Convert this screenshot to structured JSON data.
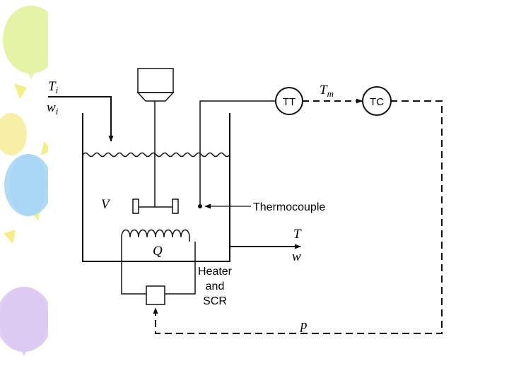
{
  "labels": {
    "inlet_temp": "T",
    "inlet_temp_sub": "i",
    "inlet_flow": "w",
    "inlet_flow_sub": "i",
    "transmitter": "TT",
    "measured_temp": "T",
    "measured_temp_sub": "m",
    "controller": "TC",
    "volume": "V",
    "thermocouple": "Thermocouple",
    "outlet_temp": "T",
    "outlet_flow": "w",
    "heat": "Q",
    "heater_line1": "Heater",
    "heater_line2": "and",
    "heater_line3": "SCR",
    "pressure_signal": "p"
  },
  "colors": {
    "line": "#111111",
    "balloon_green": "#e4f3a6",
    "balloon_yellow": "#f7ee9c",
    "balloon_blue": "#a9d6f2",
    "balloon_purple": "#dccaf3",
    "balloon_rays": "#f5ec7a"
  }
}
